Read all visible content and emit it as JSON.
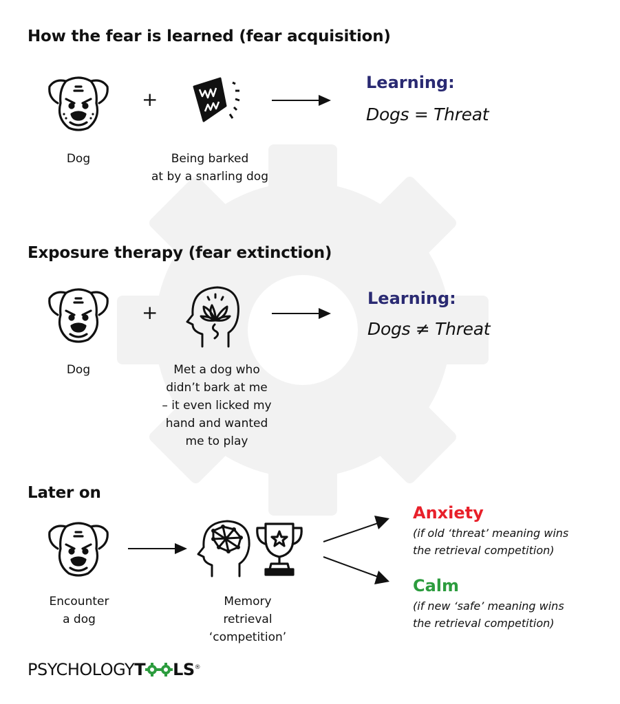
{
  "colors": {
    "learning": "#2a2a72",
    "anxiety": "#e8202a",
    "calm": "#2c9c3e",
    "gear": "#f2f2f2"
  },
  "section1": {
    "heading": "How the fear is learned (fear acquisition)",
    "icon_a": "dog-face-icon",
    "icon_b": "barking-mouth-icon",
    "plus": "+",
    "caption_a": "Dog",
    "caption_b": [
      "Being barked",
      "at by a snarling dog"
    ],
    "learning_label": "Learning:",
    "learning_eq": "Dogs = Threat"
  },
  "section2": {
    "heading": "Exposure therapy (fear extinction)",
    "icon_a": "dog-face-icon",
    "icon_b": "calm-head-lotus-icon",
    "plus": "+",
    "caption_a": "Dog",
    "caption_b": [
      "Met a dog who",
      "didn’t bark at me",
      "– it even licked my",
      "hand and wanted",
      "me to play"
    ],
    "learning_label": "Learning:",
    "learning_eq": "Dogs ≠ Threat"
  },
  "section3": {
    "heading": "Later on",
    "icon_a": "dog-face-icon",
    "icon_b": "brain-network-head-icon",
    "icon_c": "trophy-icon",
    "caption_a": [
      "Encounter",
      "a dog"
    ],
    "caption_b": [
      "Memory",
      "retrieval",
      "‘competition’"
    ],
    "outcome1": {
      "title": "Anxiety",
      "note": [
        "(if old ‘threat’ meaning wins",
        "the retrieval competition)"
      ]
    },
    "outcome2": {
      "title": "Calm",
      "note": [
        "(if new ‘safe’ meaning wins",
        "the retrieval competition)"
      ]
    }
  },
  "logo": {
    "text_a": "PSYCHOLOGY",
    "text_b1": "T",
    "text_b2": "LS",
    "mark": "®"
  }
}
